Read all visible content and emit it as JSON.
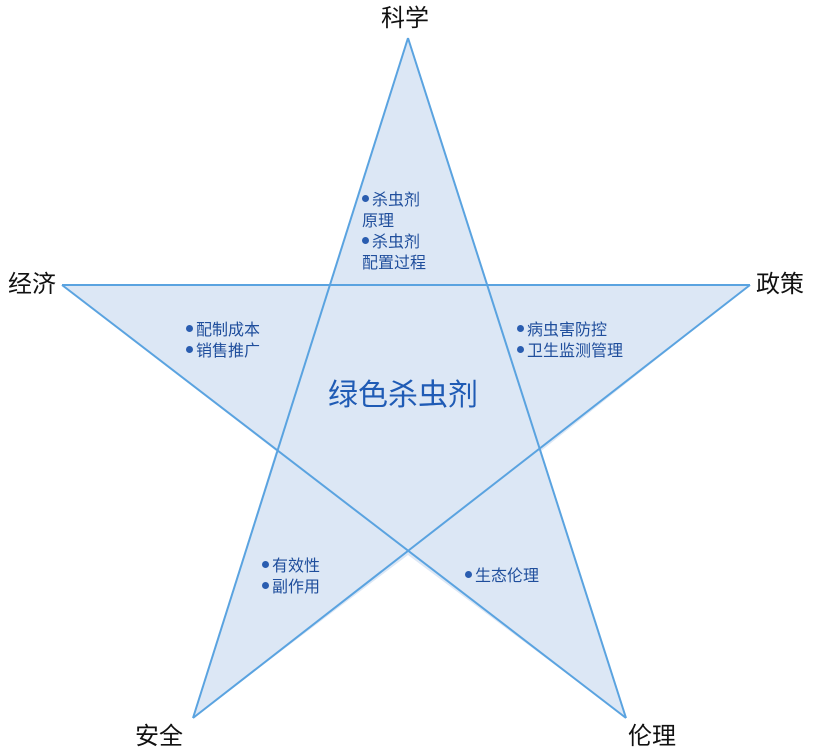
{
  "colors": {
    "star_fill": "#dce7f5",
    "star_stroke": "#5aa3e0",
    "item_text": "#1f4e9c",
    "center_text": "#1f5bb5",
    "vertex_text": "#111111"
  },
  "center": {
    "title": "绿色杀虫剂"
  },
  "vertices": {
    "top": "科学",
    "left": "经济",
    "right": "政策",
    "bottom_left": "安全",
    "bottom_right": "伦理"
  },
  "regions": {
    "science": {
      "items": [
        [
          "杀虫剂",
          "原理"
        ],
        [
          "杀虫剂",
          "配置过程"
        ]
      ]
    },
    "economy": {
      "items": [
        "配制成本",
        "销售推广"
      ]
    },
    "policy": {
      "items": [
        "病虫害防控",
        "卫生监测管理"
      ]
    },
    "safety": {
      "items": [
        "有效性",
        "副作用"
      ]
    },
    "ethics": {
      "items": [
        "生态伦理"
      ]
    }
  }
}
